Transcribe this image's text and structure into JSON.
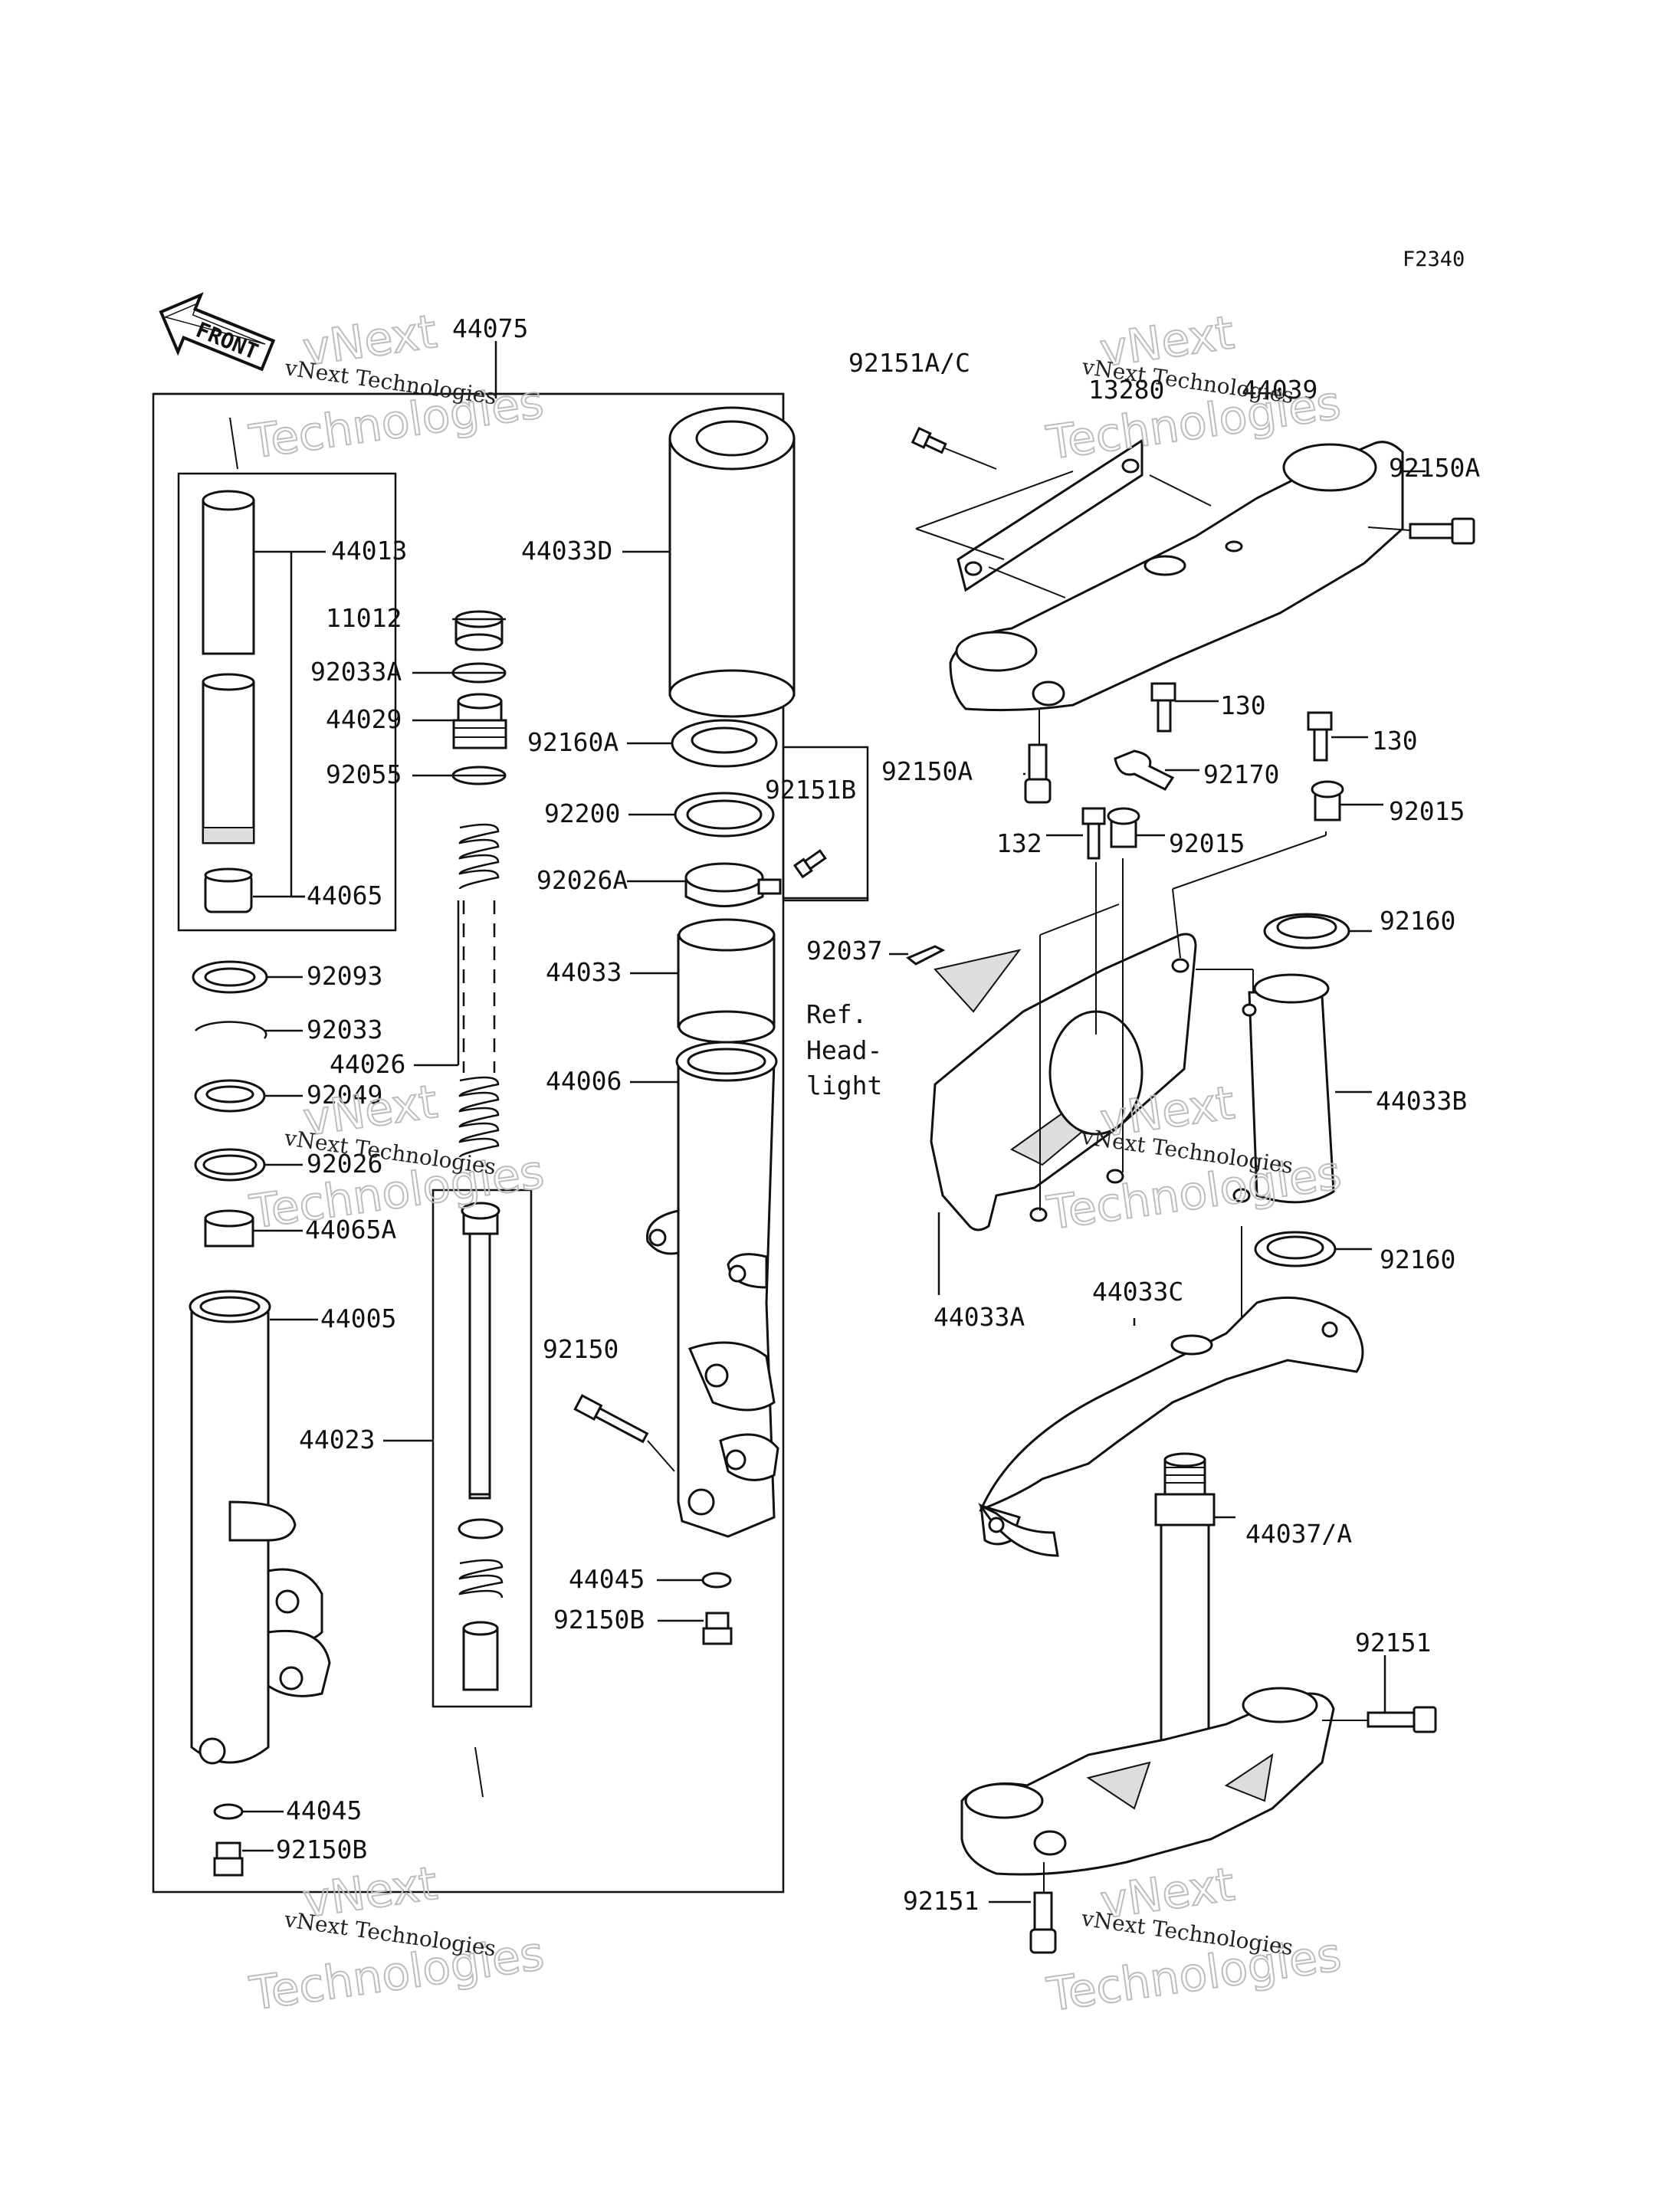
{
  "figure_code": "F2340",
  "front_label": "FRONT",
  "watermark": {
    "line1": "vNext Technologies",
    "line2": "vNext",
    "line3": "Technologies"
  },
  "headlight_note": {
    "line1": "Ref.",
    "line2": "Head-",
    "line3": "light"
  },
  "callouts": [
    "44075",
    "44013",
    "11012",
    "92033A",
    "44029",
    "92055",
    "44065",
    "92093",
    "92033",
    "44026",
    "92049",
    "92026",
    "44065A",
    "44005",
    "44023",
    "44045",
    "92150B",
    "44033D",
    "92160A",
    "92200",
    "92151B",
    "92026A",
    "44033",
    "44006",
    "92150",
    "44045",
    "92150B",
    "92151A/C",
    "13280",
    "44039",
    "92150A",
    "92150A",
    "130",
    "130",
    "92170",
    "92015",
    "92015",
    "132",
    "92160",
    "92037",
    "44033B",
    "44033A",
    "92160",
    "44033C",
    "44037/A",
    "92151",
    "92151"
  ]
}
